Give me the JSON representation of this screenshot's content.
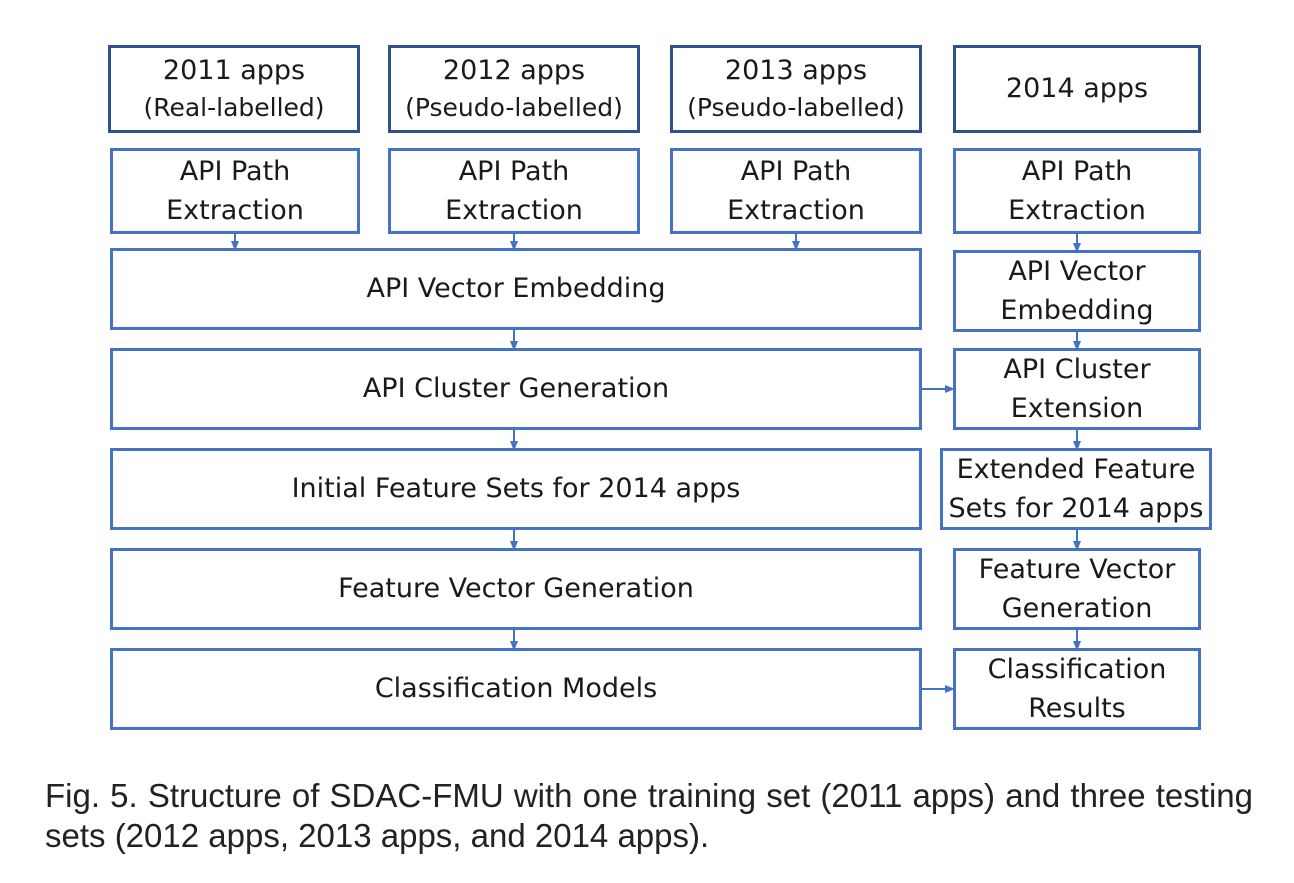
{
  "top_row": [
    {
      "line1": "2011 apps",
      "line2": "(Real-labelled)"
    },
    {
      "line1": "2012 apps",
      "line2": "(Pseudo-labelled)"
    },
    {
      "line1": "2013 apps",
      "line2": "(Pseudo-labelled)"
    },
    {
      "line1": "2014 apps",
      "line2": ""
    }
  ],
  "extraction": {
    "line1": "API Path",
    "line2": "Extraction"
  },
  "left_column": {
    "embedding": "API Vector Embedding",
    "cluster": "API Cluster Generation",
    "initial_features": "Initial Feature Sets for 2014 apps",
    "feature_vector": "Feature Vector Generation",
    "models": "Classification Models"
  },
  "right_column": {
    "embedding": {
      "line1": "API Vector",
      "line2": "Embedding"
    },
    "cluster": {
      "line1": "API Cluster",
      "line2": "Extension"
    },
    "extended_features": {
      "line1": "Extended Feature",
      "line2": "Sets for 2014 apps"
    },
    "feature_vector": {
      "line1": "Feature Vector",
      "line2": "Generation"
    },
    "results": {
      "line1": "Classification",
      "line2": "Results"
    }
  },
  "caption": "Fig. 5. Structure of SDAC-FMU with one training set (2011 apps) and three testing sets (2012 apps, 2013 apps, and 2014 apps).",
  "colors": {
    "box_border": "#4472c4",
    "arrow": "#4472c4",
    "top_border": "#2f4f8f"
  }
}
